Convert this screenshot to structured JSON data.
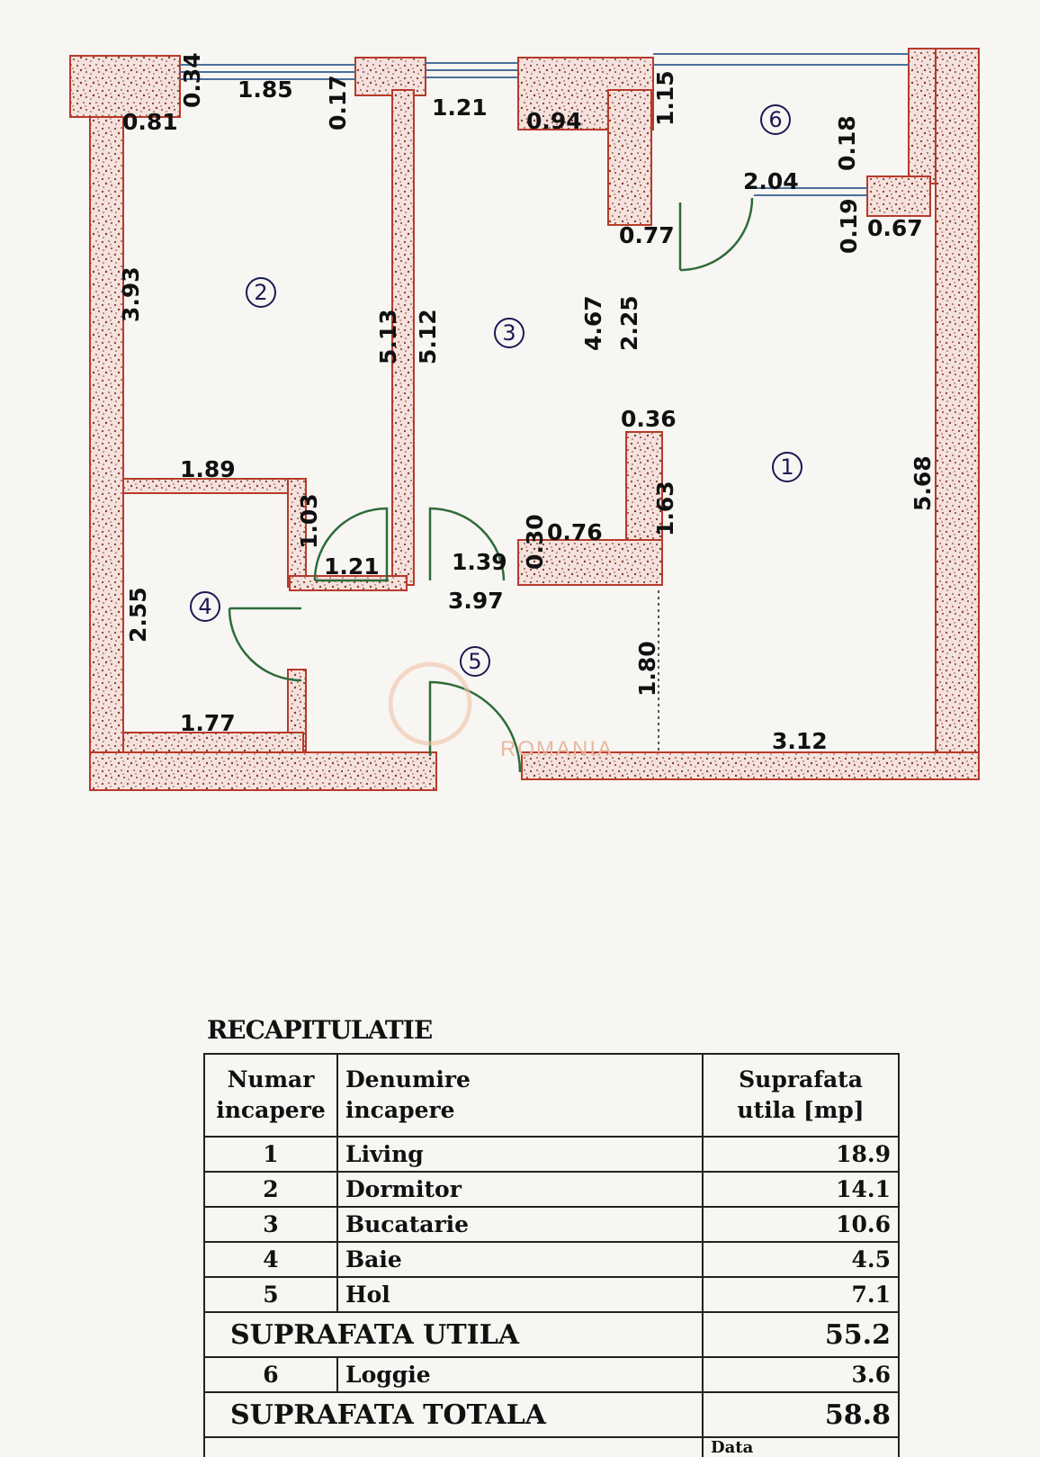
{
  "plan": {
    "dimensions": [
      "1.85",
      "0.34",
      "0.81",
      "0.17",
      "1.21",
      "0.94",
      "1.15",
      "2.04",
      "0.18",
      "0.19",
      "0.67",
      "0.77",
      "3.93",
      "5.13",
      "5.12",
      "4.67",
      "2.25",
      "0.36",
      "5.68",
      "1.89",
      "1.03",
      "1.21",
      "1.39",
      "0.30",
      "0.76",
      "1.63",
      "2.55",
      "3.97",
      "1.80",
      "1.77",
      "3.12"
    ],
    "room_numbers": [
      "1",
      "2",
      "3",
      "4",
      "5",
      "6"
    ],
    "watermark": "ROMANIA",
    "colors": {
      "wall_outline": "#b83a2a",
      "wall_fill": "#f3e2dd",
      "wall_speckle": "#8a3528",
      "door": "#2f6b3a",
      "window": "#4a6f9a",
      "text": "#111111"
    }
  },
  "recap": {
    "title": "RECAPITULATIE",
    "headers": {
      "number_line1": "Numar",
      "number_line2": "incapere",
      "name_line1": "Denumire",
      "name_line2": "incapere",
      "area_line1": "Suprafata",
      "area_line2": "utila  [mp]"
    },
    "rooms": [
      {
        "number": "1",
        "name": "Living",
        "area": "18.9"
      },
      {
        "number": "2",
        "name": "Dormitor",
        "area": "14.1"
      },
      {
        "number": "3",
        "name": "Bucatarie",
        "area": "10.6"
      },
      {
        "number": "4",
        "name": "Baie",
        "area": "4.5"
      },
      {
        "number": "5",
        "name": "Hol",
        "area": "7.1"
      }
    ],
    "useful_label": "SUPRAFATA  UTILA",
    "useful_value": "55.2",
    "loggia": {
      "number": "6",
      "name": "Loggie",
      "area": "3.6"
    },
    "total_label": "SUPRAFATA  TOTALA",
    "total_value": "58.8",
    "cut_text": "Data"
  }
}
